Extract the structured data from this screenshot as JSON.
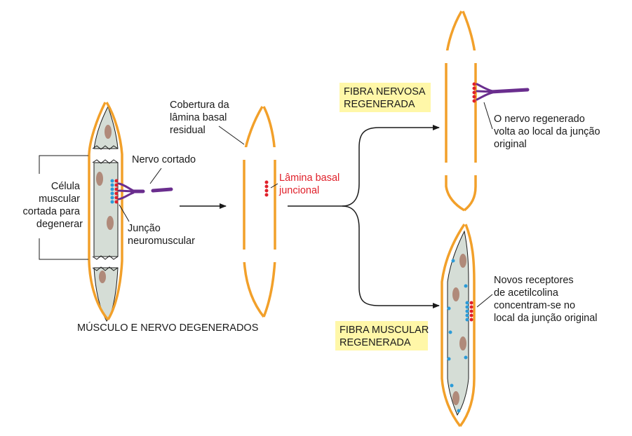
{
  "labels": {
    "muscle_cell": [
      "Célula",
      "muscular",
      "cortada para",
      "degenerar"
    ],
    "cut_nerve": "Nervo cortado",
    "junction": [
      "Junção",
      "neuromuscular"
    ],
    "degenerated": "MÚSCULO E NERVO DEGENERADOS",
    "residual_sheath": [
      "Cobertura da",
      "lâmina basal",
      "residual"
    ],
    "junctional_lamina": [
      "Lâmina basal",
      "juncional"
    ],
    "nerve_fiber": [
      "FIBRA NERVOSA",
      "REGENERADA"
    ],
    "nerve_returns": [
      "O nervo regenerado",
      "volta ao local da junção",
      "original"
    ],
    "muscle_fiber": [
      "FIBRA MUSCULAR",
      "REGENERADA"
    ],
    "new_receptors": [
      "Novos receptores",
      "de acetilcolina",
      "concentram-se no",
      "local da junção original"
    ]
  },
  "colors": {
    "basal_lamina": "#f2a02a",
    "muscle_fill": "#d5ddd6",
    "nucleus": "#b08a7a",
    "nerve": "#6a2e8e",
    "receptor": "#2a9bd8",
    "junctional": "#e0202a",
    "highlight": "#fff7a8"
  }
}
